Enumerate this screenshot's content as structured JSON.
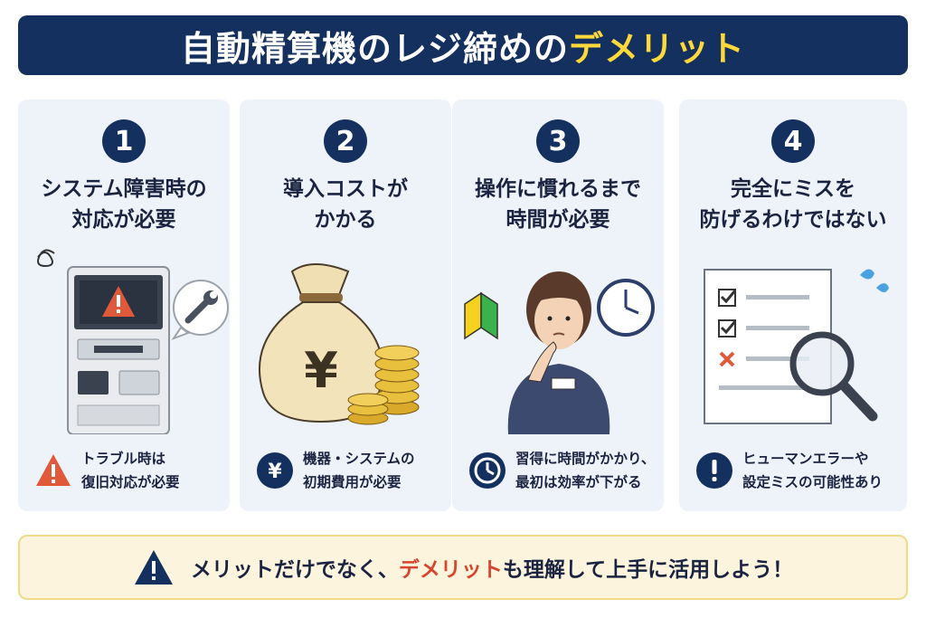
{
  "title": {
    "main": "自動精算機のレジ締めの",
    "accent": "デメリット"
  },
  "cards": [
    {
      "number": "1",
      "title_line1": "システム障害時の",
      "title_line2": "対応が必要",
      "note_line1": "トラブル時は",
      "note_line2": "復旧対応が必要",
      "note_icon": "warning-icon",
      "illustration": "broken-kiosk-with-wrench"
    },
    {
      "number": "2",
      "title_line1": "導入コストが",
      "title_line2": "かかる",
      "note_line1": "機器・システムの",
      "note_line2": "初期費用が必要",
      "note_icon": "yen-icon",
      "illustration": "money-bag-and-coins",
      "yen_symbol": "¥"
    },
    {
      "number": "3",
      "title_line1": "操作に慣れるまで",
      "title_line2": "時間が必要",
      "note_line1": "習得に時間がかかり、",
      "note_line2": "最初は効率が下がる",
      "note_icon": "clock-icon",
      "illustration": "thinking-staff-with-clock"
    },
    {
      "number": "4",
      "title_line1": "完全にミスを",
      "title_line2": "防げるわけではない",
      "note_line1": "ヒューマンエラーや",
      "note_line2": "設定ミスの可能性あり",
      "note_icon": "exclamation-icon",
      "illustration": "checklist-with-magnifier"
    }
  ],
  "footer": {
    "text_before": "メリットだけでなく、",
    "text_accent": "デメリット",
    "text_after": "も理解して上手に活用しよう！",
    "icon": "warning-icon"
  },
  "colors": {
    "navy": "#14305f",
    "accent_yellow": "#ffd83a",
    "accent_red": "#d8452e",
    "card_bg": "#eef3fa",
    "footer_bg": "#fdf4dd"
  }
}
